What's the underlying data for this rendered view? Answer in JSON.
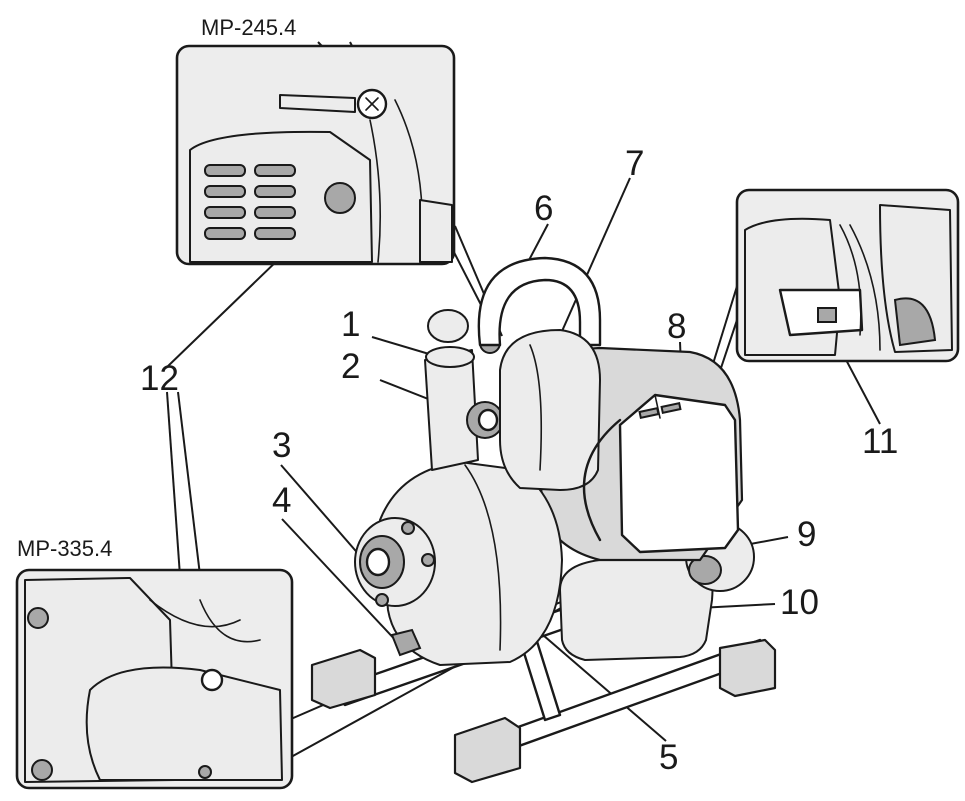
{
  "figure": {
    "models": {
      "top_inset": "MP-245.4",
      "bottom_inset": "MP-335.4"
    },
    "callouts": [
      "1",
      "2",
      "3",
      "4",
      "5",
      "6",
      "7",
      "8",
      "9",
      "10",
      "11",
      "12"
    ]
  },
  "icons": {
    "pump": "water-pump-illustration",
    "inset_top": "muffler-detail",
    "inset_right": "fuel-line-detail",
    "inset_bottom": "drain-plug-detail"
  }
}
